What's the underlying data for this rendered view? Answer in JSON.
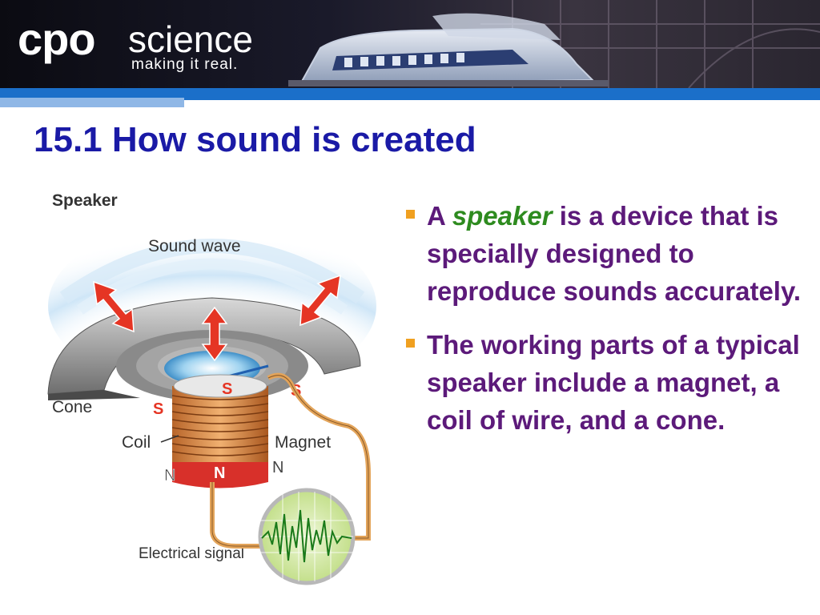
{
  "header": {
    "logo_cpo": "cpo",
    "logo_science": "science",
    "tagline": "making it real."
  },
  "title": "15.1 How sound is created",
  "diagram": {
    "heading": "Speaker",
    "sound_wave": "Sound wave",
    "cone": "Cone",
    "coil": "Coil",
    "magnet": "Magnet",
    "electrical_signal": "Electrical signal",
    "pole_s": "S",
    "pole_n": "N"
  },
  "bullets": [
    {
      "before": "A ",
      "emphasis": "speaker",
      "after": " is a device that is specially designed to reproduce sounds accurately."
    },
    {
      "before": "The working parts of a typical speaker include a magnet, a coil of wire, and a cone.",
      "emphasis": "",
      "after": ""
    }
  ],
  "colors": {
    "title": "#1a1aa6",
    "bullet_text": "#5c1a7a",
    "emphasis": "#2e8b1f",
    "bullet_marker": "#f0a020",
    "accent_blue": "#1b6fc9"
  }
}
